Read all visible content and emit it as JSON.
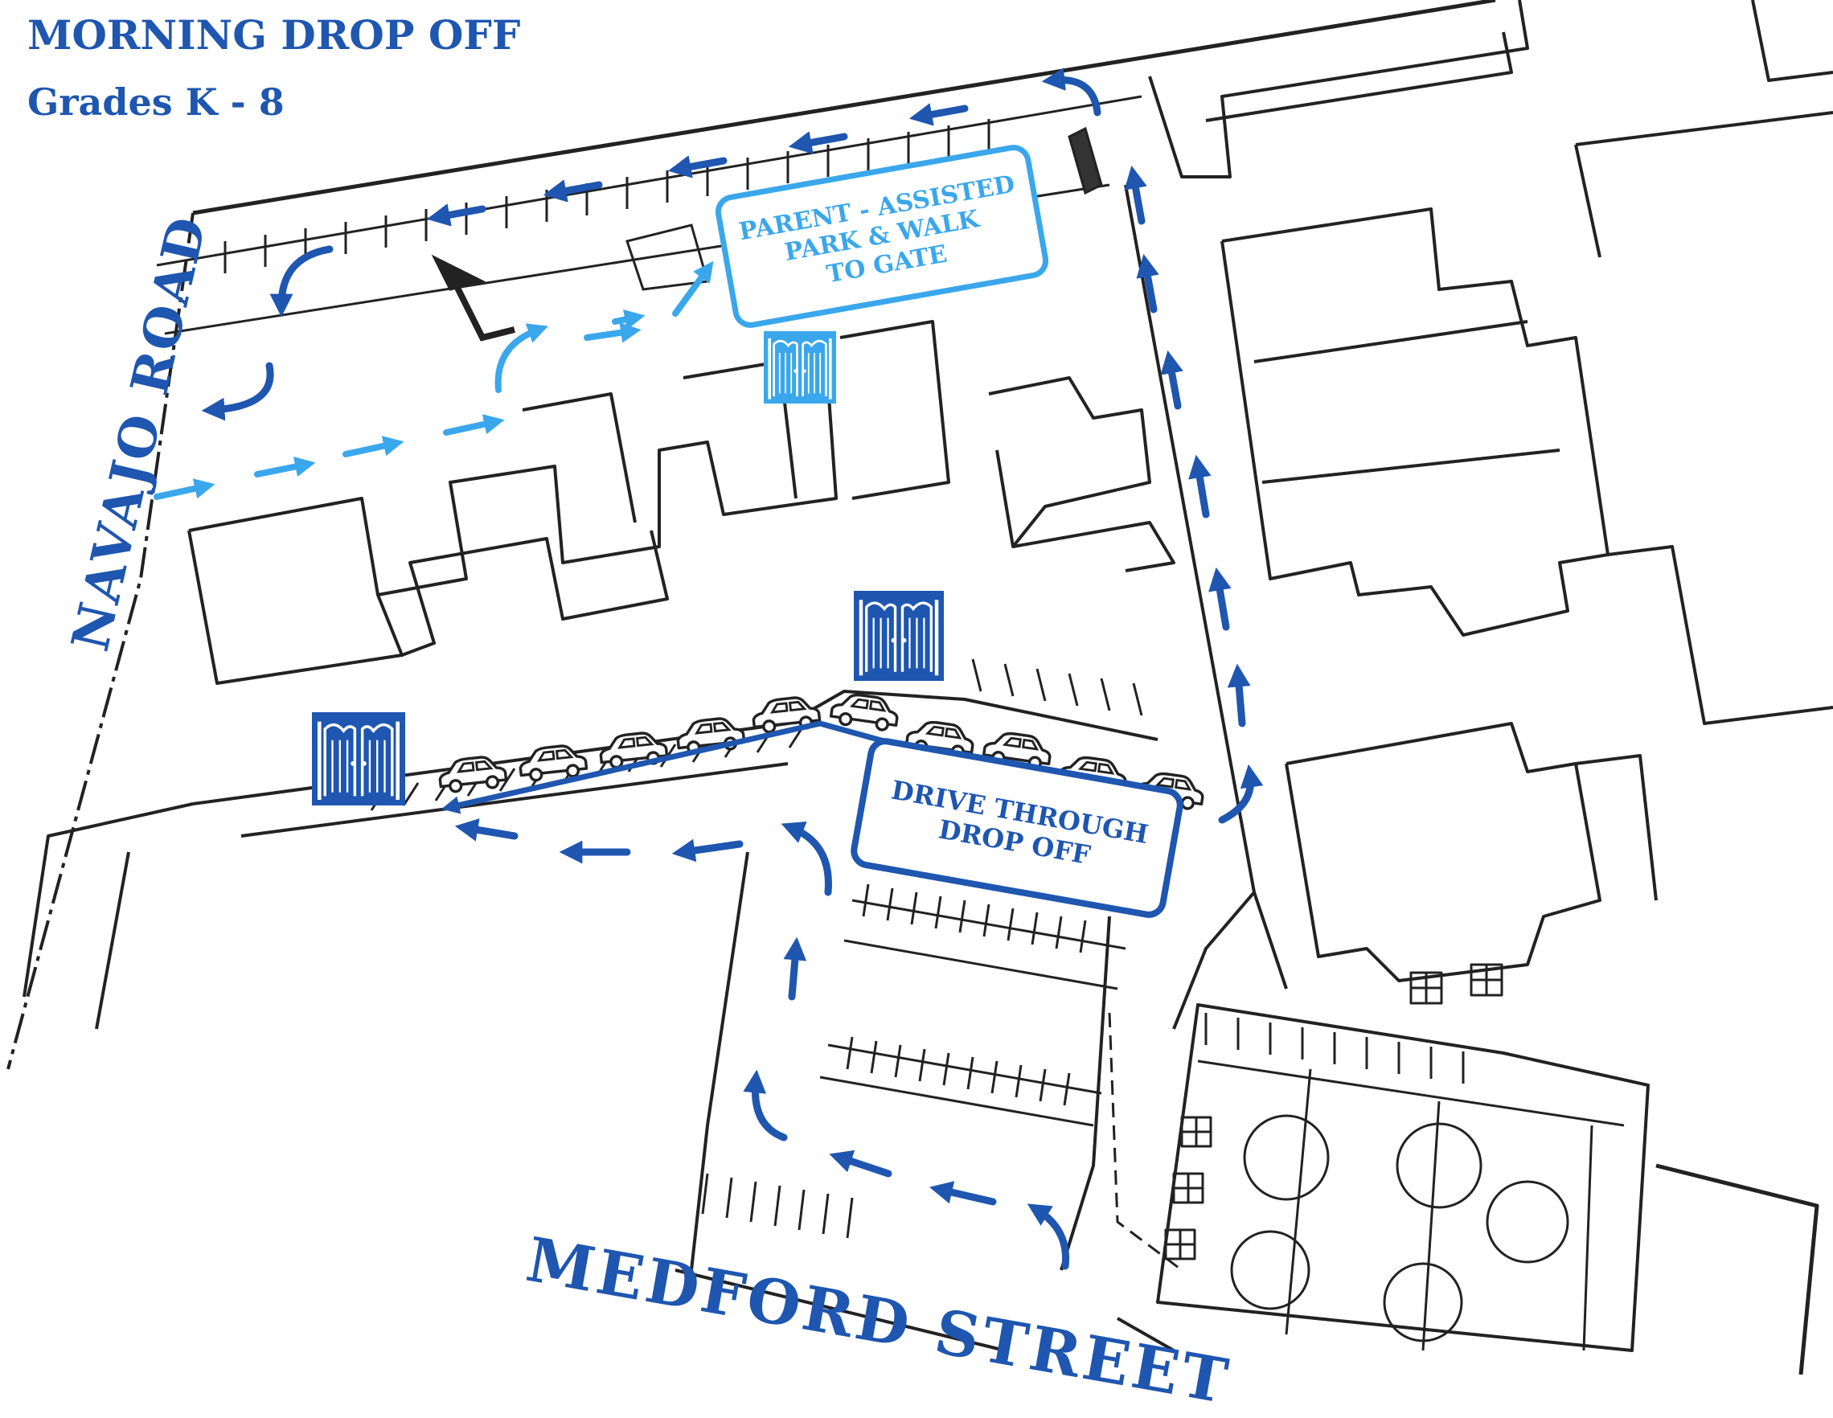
{
  "header": {
    "title": "MORNING DROP OFF",
    "subtitle": "Grades K - 8"
  },
  "roads": {
    "west": "NAVAJO ROAD",
    "south": "MEDFORD STREET"
  },
  "callouts": {
    "park_walk": {
      "line1": "PARENT - ASSISTED",
      "line2": "PARK & WALK",
      "line3": "TO GATE",
      "color": "#3aa7ec"
    },
    "drive_through": {
      "line1": "DRIVE THROUGH",
      "line2": "DROP OFF",
      "color": "#1e56b0"
    }
  },
  "colors": {
    "dark_blue": "#1e56b0",
    "light_blue": "#3aa7ec",
    "line": "#222222"
  },
  "icons": {
    "gate": "gate-icon",
    "car": "car-icon",
    "arrow": "arrow-icon"
  }
}
